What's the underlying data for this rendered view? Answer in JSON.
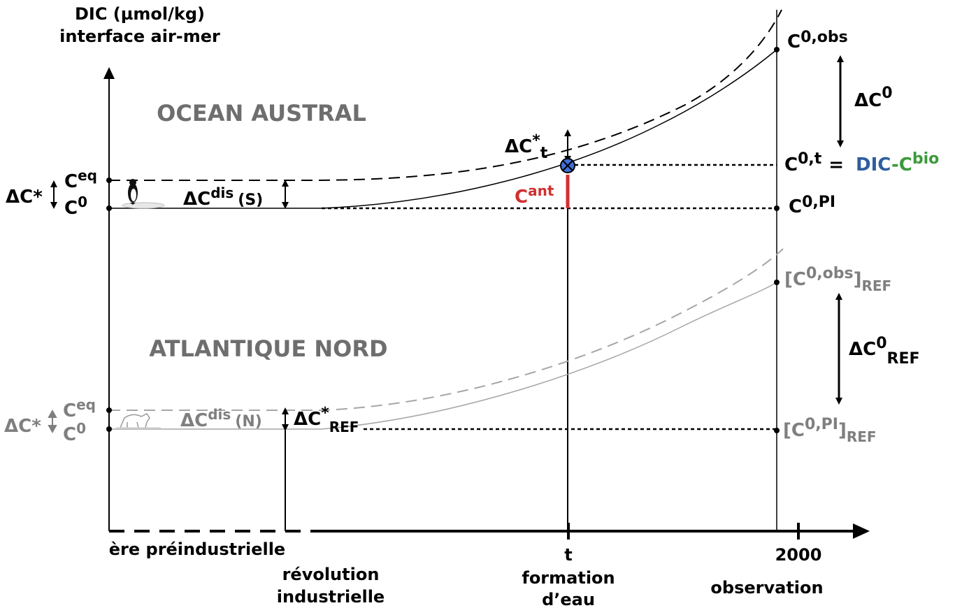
{
  "axis": {
    "y_title_line1": "DIC (µmol/kg)",
    "y_title_line2": "interface air-mer",
    "x_ticks": {
      "preindustrial": "ère préindustrielle",
      "revolution_line1": "révolution",
      "revolution_line2": "industrielle",
      "t": "t",
      "formation_line1": "formation",
      "formation_line2": "d’eau",
      "year_2000": "2000",
      "observation": "observation"
    }
  },
  "regions": {
    "south": "OCEAN AUSTRAL",
    "north": "ATLANTIQUE NORD"
  },
  "south_labels": {
    "delta_c_star": "ΔC*",
    "ceq_base": "C",
    "ceq_sup": "eq",
    "c0_base": "C",
    "c0_sup": "0",
    "delta_c_dis_base": "ΔC",
    "delta_c_dis_sup": "dis",
    "delta_c_dis_suffix": "(S)",
    "delta_c_star_t_base": "ΔC",
    "delta_c_star_t_sup": "*",
    "delta_c_star_t_sub": "t",
    "cant_base": "C",
    "cant_sup": "ant",
    "c0obs_base": "C",
    "c0obs_sup": "0,obs",
    "delta_c0_base": "ΔC",
    "delta_c0_sup": "0",
    "c0t_base": "C",
    "c0t_sup": "0,t",
    "equals": "=",
    "dic": "DIC",
    "dash": "-",
    "cbio_base": "C",
    "cbio_sup": "bio",
    "c0pi_base": "C",
    "c0pi_sup": "0,PI"
  },
  "north_labels": {
    "delta_c_star": "ΔC*",
    "ceq_base": "C",
    "ceq_sup": "eq",
    "c0_base": "C",
    "c0_sup": "0",
    "delta_c_dis_base": "ΔC",
    "delta_c_dis_sup": "dis",
    "delta_c_dis_suffix": "(N)",
    "delta_c_star_ref_base": "ΔC",
    "delta_c_star_ref_sup": "*",
    "delta_c_star_ref_sub": "REF",
    "c0obs_ref_open": "[C",
    "c0obs_ref_sup": "0,obs",
    "c0obs_ref_close": "]",
    "c0obs_ref_sub": "REF",
    "delta_c0_ref_base": "ΔC",
    "delta_c0_ref_sup": "0",
    "delta_c0_ref_sub": "REF",
    "c0pi_ref_open": "[C",
    "c0pi_ref_sup": "0,PI",
    "c0pi_ref_close": "]",
    "c0pi_ref_sub": "REF"
  },
  "colors": {
    "black": "#000000",
    "grey": "#7f7f7f",
    "light_grey": "#a6a6a6",
    "cant_red": "#d03030",
    "dic_blue": "#2e5e9e",
    "cbio_green": "#3a9a3a",
    "marker_blue": "#3f6fd8",
    "region_grey": "#6e6e6e"
  },
  "icons": {
    "penguin": "penguin-icon",
    "polar_bear": "polar-bear-icon",
    "carbon_marker": "crossed-circle-icon"
  }
}
